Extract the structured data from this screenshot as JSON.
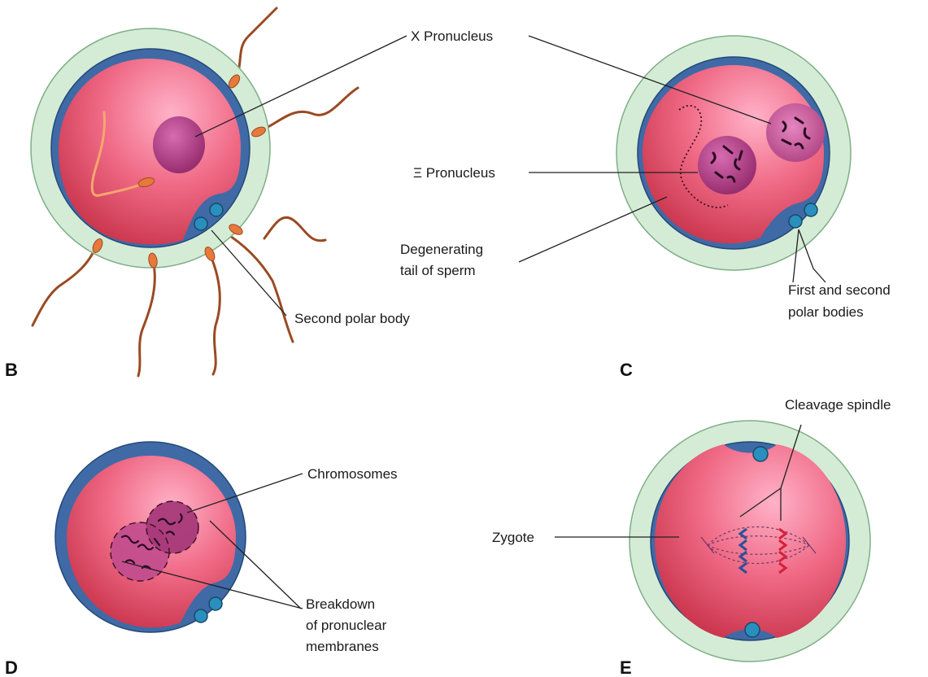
{
  "panels": {
    "b": {
      "letter": "B"
    },
    "c": {
      "letter": "C"
    },
    "d": {
      "letter": "D"
    },
    "e": {
      "letter": "E"
    }
  },
  "labels": {
    "x_pronucleus": "X Pronucleus",
    "xi_pronucleus": "Ξ Pronucleus",
    "degenerating_tail_line1": "Degenerating",
    "degenerating_tail_line2": "tail of sperm",
    "second_polar_body": "Second polar body",
    "first_second_polar_line1": "First and second",
    "first_second_polar_line2": "polar bodies",
    "chromosomes": "Chromosomes",
    "breakdown_line1": "Breakdown",
    "breakdown_line2": "of pronuclear",
    "breakdown_line3": "membranes",
    "cleavage_spindle": "Cleavage spindle",
    "zygote": "Zygote"
  },
  "colors": {
    "zona_pellucida": "#d4ecd6",
    "perivitelline_space": "#3f6aa6",
    "cytoplasm": "#e04a66",
    "pronucleus": "#b3407e",
    "sperm": "#e8793a",
    "polar_body": "#2a8fbe",
    "maternal_chromosomes": "#2f4f9a",
    "paternal_chromosomes": "#d4213a"
  }
}
